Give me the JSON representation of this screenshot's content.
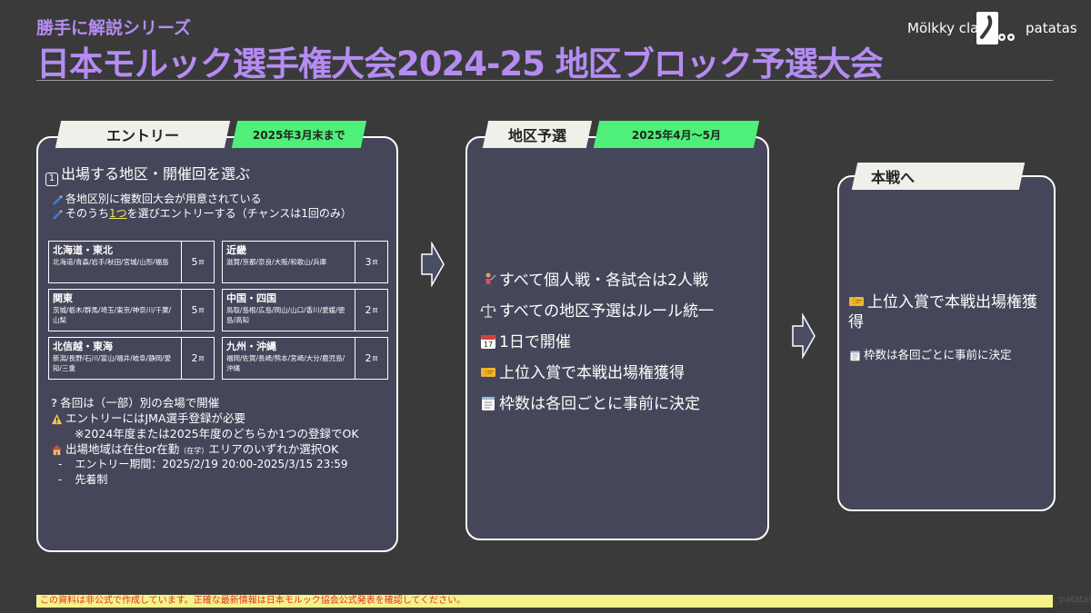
{
  "header": {
    "series": "勝手に解説シリーズ",
    "title": "日本モルック選手権大会2024-25 地区ブロック予選大会",
    "logo_left": "Mölkky clan",
    "logo_right": "patatas"
  },
  "entry": {
    "tab": "エントリー",
    "deadline": "2025年3月末まで",
    "step_num": "1",
    "heading": "出場する地区・開催回を選ぶ",
    "note1": "各地区別に複数回大会が用意されている",
    "note2_pre": "そのうち",
    "note2_hl": "1つ",
    "note2_post": "を選びエントリーする（チャンスは1回のみ）",
    "count_unit": "回",
    "regions": [
      {
        "name": "北海道・東北",
        "prefs": "北海道/青森/岩手/秋田/宮城/山形/福島",
        "count": "5"
      },
      {
        "name": "近畿",
        "prefs": "滋賀/京都/奈良/大阪/和歌山/兵庫",
        "count": "3"
      },
      {
        "name": "関東",
        "prefs": "茨城/栃木/群馬/埼玉/東京/神奈川/千葉/山梨",
        "count": "5"
      },
      {
        "name": "中国・四国",
        "prefs": "鳥取/島根/広島/岡山/山口/香川/愛媛/徳島/高知",
        "count": "2"
      },
      {
        "name": "北信越・東海",
        "prefs": "新潟/長野/石川/富山/福井/岐阜/静岡/愛知/三重",
        "count": "2"
      },
      {
        "name": "九州・沖縄",
        "prefs": "福岡/佐賀/長崎/熊本/宮崎/大分/鹿児島/沖縄",
        "count": "2"
      }
    ],
    "info1": "各回は（一部）別の会場で開催",
    "info2": "エントリーにはJMA選手登録が必要",
    "info3": "※2024年度または2025年度のどちらか1つの登録でOK",
    "info4_pre": "出場地域は在住or在勤",
    "info4_small": "（在学）",
    "info4_post": "エリアのいずれか選択OK",
    "period": "エントリー期間：2025/2/19 20:00-2025/3/15 23:59",
    "first_come": "先着制"
  },
  "qualifier": {
    "tab": "地区予選",
    "period": "2025年4月〜5月",
    "items": [
      {
        "icon": "fencer-icon",
        "text": "すべて個人戦・各試合は2人戦"
      },
      {
        "icon": "scales-icon",
        "text": "すべての地区予選はルール統一"
      },
      {
        "icon": "calendar-icon",
        "text": "1日で開催",
        "calendar_label": "17"
      },
      {
        "icon": "ticket-icon",
        "text": "上位入賞で本戦出場権獲得"
      },
      {
        "icon": "notepad-icon",
        "text": "枠数は各回ごとに事前に決定"
      }
    ]
  },
  "final": {
    "tab": "本戦へ",
    "heading": "上位入賞で本戦出場権獲得",
    "note": "枠数は各回ごとに事前に決定"
  },
  "footer": {
    "disclaimer": "この資料は非公式で作成しています。正確な最新情報は日本モルック協会公式発表を確認してください。",
    "watermark": "patatas"
  },
  "colors": {
    "accent_purple": "#b48cf2",
    "tab_green": "#4ef07a",
    "panel_bg": "#454659",
    "background": "#3a3a3a",
    "footer_bg": "#f5f28a"
  }
}
